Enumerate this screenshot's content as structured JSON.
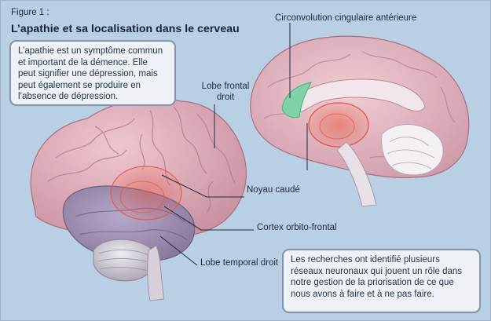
{
  "figure": {
    "label": "Figure 1 :",
    "title": "L’apathie et sa localisation dans le cerveau"
  },
  "info_box_top": {
    "text": "L’apathie est un symptôme commun et important de la démence. Elle peut signifier une dépression, mais peut également se produire en l’absence de dépression."
  },
  "info_box_bottom": {
    "text": "Les recherches ont identifié plusieurs réseaux neuronaux qui jouent un rôle dans notre gestion de la priorisation de ce que nous avons à faire et à ne pas faire."
  },
  "labels": {
    "cingulate": "Circonvolution cingulaire antérieure",
    "frontal": "Lobe frontal droit",
    "caudate": "Noyau caudé",
    "orbitofrontal": "Cortex orbito-frontal",
    "temporal": "Lobe temporal droit"
  },
  "colors": {
    "background": "#b9cfe3",
    "frontal_lobe": "#dcaab6",
    "temporal_lobe": "#9f8fb4",
    "cerebellum": "#d8d3dc",
    "highlight": "#e8553e",
    "cingulate": "#7fd1a8"
  }
}
